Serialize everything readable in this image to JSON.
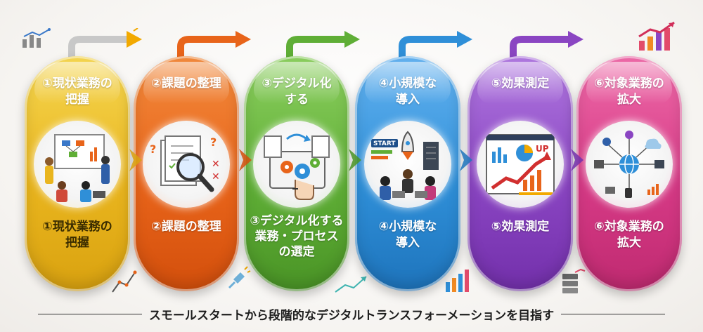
{
  "steps": [
    {
      "title": "①現状業務の\n把握",
      "subtitle": "①現状業務の\n把握",
      "color": "#e9b51e",
      "icon": "meeting-icon"
    },
    {
      "title": "②課題の整理",
      "subtitle": "②課題の整理",
      "color": "#e8641a",
      "icon": "magnifier-icon"
    },
    {
      "title": "③デジタル化\nする",
      "subtitle": "③デジタル化する\n業務・プロセス\nの選定",
      "color": "#5fae36",
      "icon": "process-icon"
    },
    {
      "title": "④小規模な\n導入",
      "subtitle": "④小規模な\n導入",
      "color": "#2f8fd8",
      "icon": "rocket-icon"
    },
    {
      "title": "⑤効果測定",
      "subtitle": "⑤効果測定",
      "color": "#8a45c2",
      "icon": "chart-icon"
    },
    {
      "title": "⑥対象業務の\n拡大",
      "subtitle": "⑥対象業務の\n拡大",
      "color": "#d63a86",
      "icon": "network-icon"
    }
  ],
  "illustrations": {
    "start_label": "START",
    "up_label": "UP"
  },
  "footer": {
    "text": "スモールスタートから段階的なデジタルトランスフォーメーションを目指す"
  }
}
